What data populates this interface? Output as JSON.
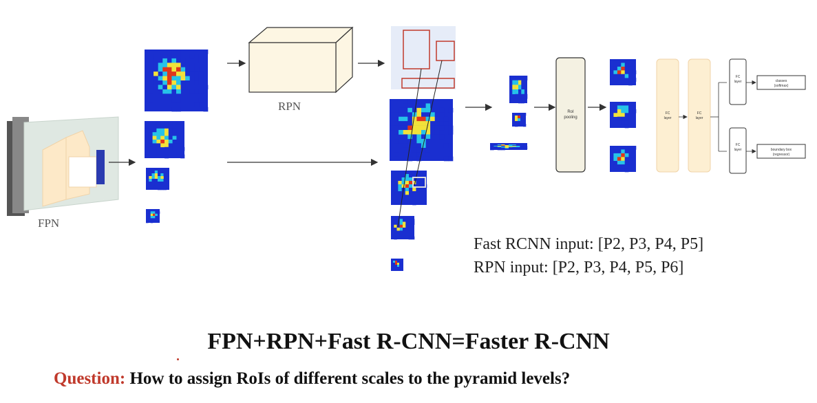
{
  "colors": {
    "heat_low": "#1a2fd0",
    "heat_mid": "#27c2e8",
    "heat_high": "#f2e23a",
    "heat_peak": "#e0361c",
    "fpn_block": "#fde9c8",
    "fpn_box": "#dfe8e2",
    "rpn_box": "#fdf6e3",
    "roi_box": "#c0392b",
    "roi_pool_box": "#f4f1e2",
    "fc_box": "#fdefd2",
    "question_label": "#c0392b"
  },
  "labels": {
    "fpn": "FPN",
    "rpn": "RPN",
    "roi_pooling_line1": "RoI",
    "roi_pooling_line2": "pooling",
    "fc_layer_1": "FC",
    "fc_layer_1b": "layer",
    "fc_layer_2": "FC",
    "fc_layer_2b": "layer",
    "fc_top": "FC",
    "fc_top_b": "layer",
    "fc_bottom": "FC",
    "fc_bottom_b": "layer",
    "classes_line1": "classes",
    "classes_line2": "(softmax)",
    "bbox_line1": "boundary box",
    "bbox_line2": "(regressor)"
  },
  "notes": {
    "fast_rcnn_input": "Fast RCNN input: [P2, P3, P4, P5]",
    "rpn_input": "RPN input: [P2, P3, P4, P5, P6]"
  },
  "title": "FPN+RPN+Fast R-CNN=Faster R-CNN",
  "question": {
    "label": "Question:",
    "text": " How to assign RoIs of different scales to the pyramid levels?"
  }
}
